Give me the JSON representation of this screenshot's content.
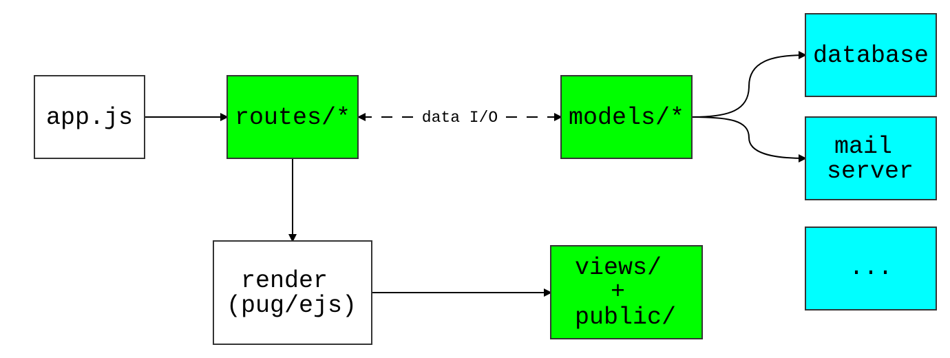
{
  "colors": {
    "plain": "#ffffff",
    "module": "#00ff00",
    "service": "#00ffff",
    "stroke": "#333333",
    "arrow": "#000000"
  },
  "nodes": {
    "appjs": "app.js",
    "routes": "routes/*",
    "models": "models/*",
    "database": "database",
    "mail_line1": "mail",
    "mail_line2": "server",
    "more": "...",
    "render_line1": "render",
    "render_line2": "(pug/ejs)",
    "views_line1": "views/",
    "views_line2": "+",
    "views_line3": "public/"
  },
  "edges": {
    "data_io": "data I/O"
  }
}
